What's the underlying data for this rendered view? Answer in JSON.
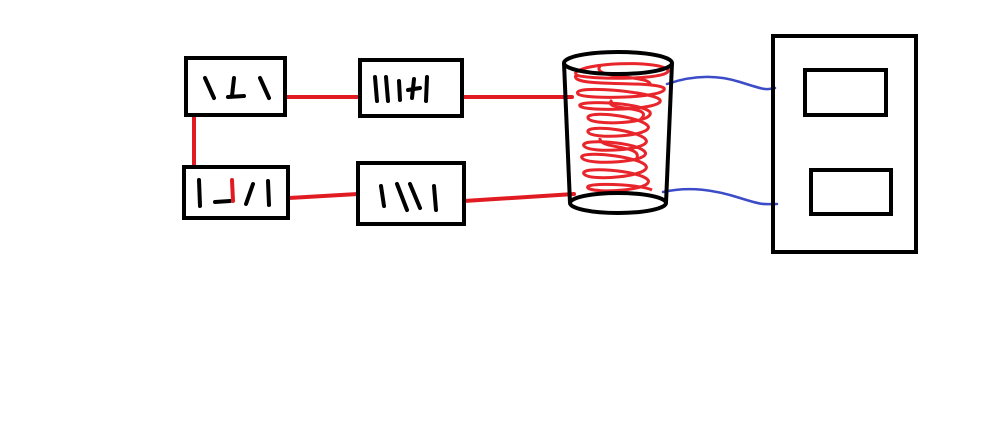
{
  "colors": {
    "background": "#ffffff",
    "outline": "#000000",
    "wire": "#e11b22",
    "coil": "#e8252b",
    "lead": "#3c4bc8",
    "mark_accent": "#e11b22"
  },
  "components": [
    {
      "id": "box-top-left",
      "kind": "marked-box"
    },
    {
      "id": "box-top-middle",
      "kind": "marked-box"
    },
    {
      "id": "box-bottom-left",
      "kind": "marked-box"
    },
    {
      "id": "box-bottom-middle",
      "kind": "marked-box"
    },
    {
      "id": "coil-cylinder",
      "kind": "cylinder-with-coil"
    },
    {
      "id": "meter-device",
      "kind": "box-with-two-displays"
    }
  ],
  "connections": [
    {
      "from": "box-top-left",
      "to": "box-top-middle",
      "color": "wire"
    },
    {
      "from": "box-top-left",
      "to": "box-bottom-left",
      "color": "wire"
    },
    {
      "from": "box-bottom-left",
      "to": "box-bottom-middle",
      "color": "wire"
    },
    {
      "from": "box-top-middle",
      "to": "coil-cylinder",
      "color": "wire"
    },
    {
      "from": "box-bottom-middle",
      "to": "coil-cylinder",
      "color": "wire"
    },
    {
      "from": "coil-cylinder",
      "to": "meter-device",
      "color": "lead"
    },
    {
      "from": "coil-cylinder",
      "to": "meter-device",
      "color": "lead"
    }
  ]
}
